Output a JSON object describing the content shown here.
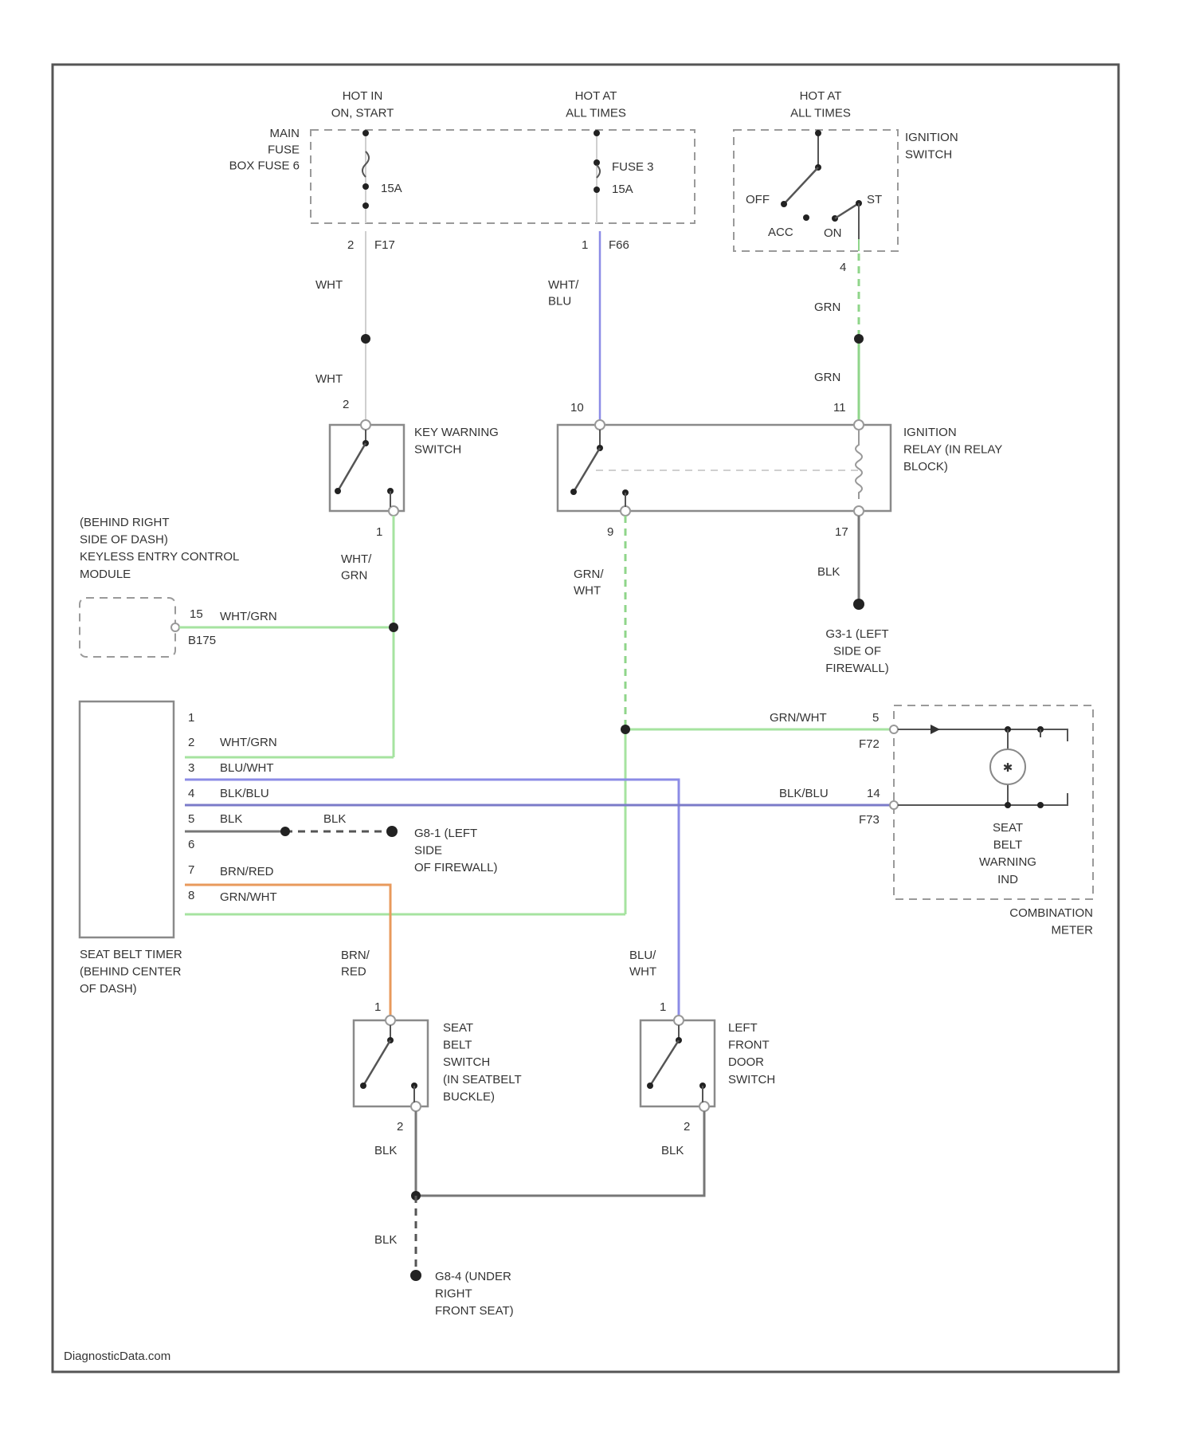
{
  "diagram": {
    "watermark": "DiagnosticData.com",
    "colors": {
      "white": "#cfcfcf",
      "blue": "#8c8ce6",
      "green": "#a6e3a0",
      "green_dark": "#8fd58a",
      "orange": "#e89a5c",
      "black": "#777777",
      "dash_black": "#555555"
    },
    "power": {
      "hot_start": "HOT IN\nON, START",
      "hot_all_1": "HOT AT\nALL TIMES",
      "hot_all_2": "HOT AT\nALL TIMES"
    },
    "fuse_box": {
      "label": "MAIN\nFUSE\nBOX FUSE 6",
      "fuse_a": "15A",
      "fuse_b_name": "FUSE 3",
      "fuse_b": "15A",
      "pin_a": "2",
      "conn_a": "F17",
      "pin_b": "1",
      "conn_b": "F66"
    },
    "ignition_switch": {
      "label": "IGNITION\nSWITCH",
      "off": "OFF",
      "st": "ST",
      "acc": "ACC",
      "on": "ON",
      "pin": "4"
    },
    "wires": {
      "wht_1": "WHT",
      "wht_2": "WHT",
      "wht_blu": "WHT/\nBLU",
      "grn_1": "GRN",
      "grn_2": "GRN",
      "wht_grn_1": "WHT/\nGRN",
      "wht_grn_2": "WHT/GRN",
      "wht_grn_3": "WHT/GRN",
      "grn_wht_1": "GRN/\nWHT",
      "grn_wht_2": "GRN/WHT",
      "grn_wht_3": "GRN/WHT",
      "blk_1": "BLK",
      "blu_wht_1": "BLU/WHT",
      "blk_blu_1": "BLK/BLU",
      "blk_blu_2": "BLK/BLU",
      "blk_2": "BLK",
      "blk_3": "BLK",
      "brn_red_1": "BRN/RED",
      "brn_red_2": "BRN/\nRED",
      "blu_wht_2": "BLU/\nWHT",
      "blk_4": "BLK",
      "blk_5": "BLK",
      "blk_6": "BLK"
    },
    "key_warning": {
      "label": "KEY WARNING\nSWITCH",
      "pin_top": "2",
      "pin_bot": "1"
    },
    "ignition_relay": {
      "label": "IGNITION\nRELAY (IN RELAY\nBLOCK)",
      "pin_tl": "10",
      "pin_tr": "11",
      "pin_bl": "9",
      "pin_br": "17"
    },
    "ground_g3": "G3-1 (LEFT\nSIDE OF\nFIREWALL)",
    "keyless": {
      "label": "(BEHIND RIGHT\nSIDE OF DASH)\nKEYLESS ENTRY CONTROL\nMODULE",
      "pin": "15",
      "conn": "B175"
    },
    "timer": {
      "label": "SEAT BELT TIMER\n(BEHIND CENTER\nOF DASH)",
      "pins": [
        "1",
        "2",
        "3",
        "4",
        "5",
        "6",
        "7",
        "8"
      ]
    },
    "ground_g1": "G8-1 (LEFT\nSIDE\nOF FIREWALL)",
    "meter": {
      "pin_a": "5",
      "conn_a": "F72",
      "pin_b": "14",
      "conn_b": "F73",
      "indicator": "SEAT\nBELT\nWARNING\nIND",
      "label": "COMBINATION\nMETER"
    },
    "seat_belt_switch": {
      "label": "SEAT\nBELT\nSWITCH\n(IN SEATBELT\nBUCKLE)",
      "pin_top": "1",
      "pin_bot": "2"
    },
    "door_switch": {
      "label": "LEFT\nFRONT\nDOOR\nSWITCH",
      "pin_top": "1",
      "pin_bot": "2"
    },
    "ground_g4": "G8-4 (UNDER\nRIGHT\nFRONT SEAT)"
  }
}
